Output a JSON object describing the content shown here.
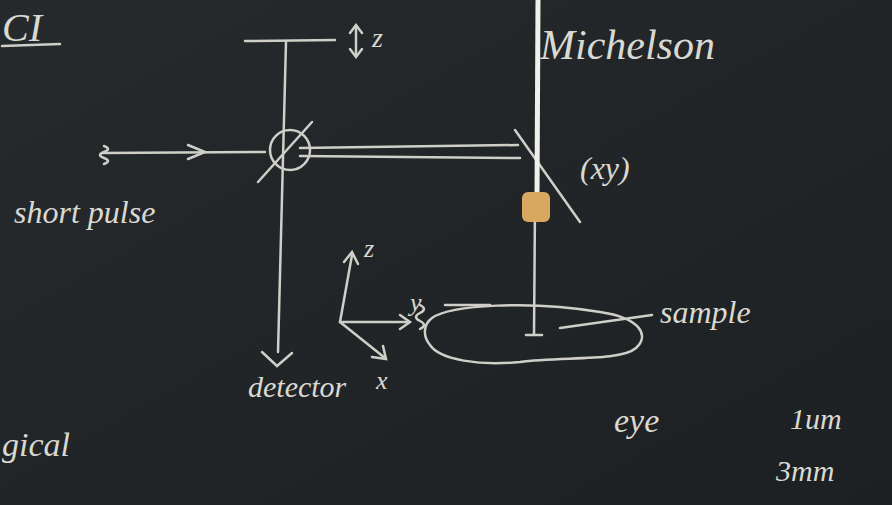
{
  "diagram": {
    "labels": [
      "CI",
      "z",
      "Michelson",
      "(xy)",
      "short pulse",
      "z",
      "y",
      "x",
      "sample",
      "detector",
      "eye",
      "1um",
      "3mm",
      "gical"
    ]
  }
}
